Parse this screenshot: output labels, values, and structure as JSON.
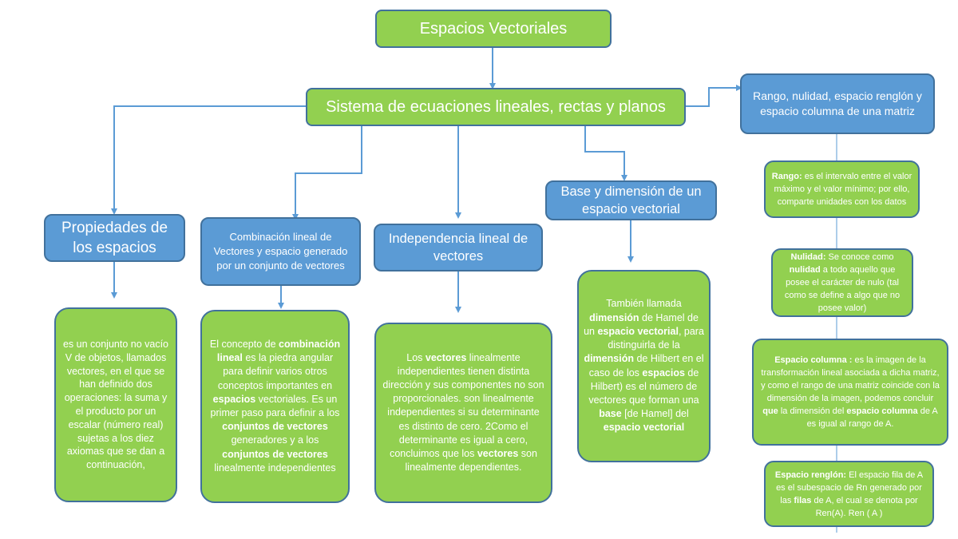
{
  "diagram": {
    "title": "Espacios Vectoriales",
    "main_topic": "Sistema de ecuaciones lineales, rectas y planos",
    "branches": [
      {
        "heading": "Propiedades de los espacios",
        "description_parts": [
          {
            "text": "es un conjunto no vacío V de objetos, llamados vectores, en el que se han definido dos operaciones: la suma y el producto por un escalar (número real) sujetas a los diez axiomas que se dan a continuación,",
            "bold": false
          }
        ]
      },
      {
        "heading": "Combinación lineal de Vectores y espacio generado por un conjunto de vectores",
        "description_parts": [
          {
            "text": "El concepto de ",
            "bold": false
          },
          {
            "text": "combinación lineal",
            "bold": true
          },
          {
            "text": " es la piedra angular para definir varios otros conceptos importantes en ",
            "bold": false
          },
          {
            "text": "espacios",
            "bold": true
          },
          {
            "text": " vectoriales. Es un primer paso para definir a los ",
            "bold": false
          },
          {
            "text": "conjuntos de vectores",
            "bold": true
          },
          {
            "text": " generadores y a los ",
            "bold": false
          },
          {
            "text": "conjuntos de vectores",
            "bold": true
          },
          {
            "text": " linealmente independientes",
            "bold": false
          }
        ]
      },
      {
        "heading": "Independencia lineal de vectores",
        "description_parts": [
          {
            "text": "Los ",
            "bold": false
          },
          {
            "text": "vectores",
            "bold": true
          },
          {
            "text": " linealmente independientes tienen distinta dirección y sus componentes no son proporcionales. son linealmente independientes si su determinante es distinto de cero. 2Como el determinante es igual a cero, concluimos que los ",
            "bold": false
          },
          {
            "text": "vectores",
            "bold": true
          },
          {
            "text": " son linealmente dependientes.",
            "bold": false
          }
        ]
      },
      {
        "heading": "Base y dimensión de un espacio vectorial",
        "description_parts": [
          {
            "text": "También llamada ",
            "bold": false
          },
          {
            "text": "dimensión",
            "bold": true
          },
          {
            "text": " de Hamel de un ",
            "bold": false
          },
          {
            "text": "espacio vectorial",
            "bold": true
          },
          {
            "text": ", para distinguirla de la ",
            "bold": false
          },
          {
            "text": "dimensión",
            "bold": true
          },
          {
            "text": " de Hilbert en el caso de los ",
            "bold": false
          },
          {
            "text": "espacios",
            "bold": true
          },
          {
            "text": " de Hilbert) es el número de vectores que forman una ",
            "bold": false
          },
          {
            "text": "base",
            "bold": true
          },
          {
            "text": " [de Hamel] del ",
            "bold": false
          },
          {
            "text": "espacio vectorial",
            "bold": true
          }
        ]
      },
      {
        "heading": "Rango, nulidad, espacio renglón y espacio columna de una matriz",
        "items": [
          {
            "parts": [
              {
                "text": "Rango:",
                "bold": true
              },
              {
                "text": " es el intervalo entre el valor máximo y el valor mínimo; por ello, comparte unidades con los datos",
                "bold": false
              }
            ]
          },
          {
            "parts": [
              {
                "text": "Nulidad:",
                "bold": true
              },
              {
                "text": " Se conoce como ",
                "bold": false
              },
              {
                "text": "nulidad",
                "bold": true
              },
              {
                "text": " a todo aquello que posee el carácter de nulo (tal como se define a algo que no posee valor)",
                "bold": false
              }
            ]
          },
          {
            "parts": [
              {
                "text": "Espacio columna :",
                "bold": true
              },
              {
                "text": " es la imagen de la transformación lineal asociada a dicha matriz, y como el rango de una matriz coincide con la dimensión de la imagen, podemos concluir ",
                "bold": false
              },
              {
                "text": "que",
                "bold": true
              },
              {
                "text": " la dimensión del ",
                "bold": false
              },
              {
                "text": "espacio columna",
                "bold": true
              },
              {
                "text": " de A es igual al rango de A.",
                "bold": false
              }
            ]
          },
          {
            "parts": [
              {
                "text": "Espacio renglón:",
                "bold": true
              },
              {
                "text": " El espacio fila de A es el subespacio de Rn generado por las ",
                "bold": false
              },
              {
                "text": "filas",
                "bold": true
              },
              {
                "text": " de A, el cual se denota por Ren(A). Ren ( A )",
                "bold": false
              }
            ]
          }
        ]
      }
    ],
    "colors": {
      "green_fill": "#92d050",
      "blue_fill": "#5b9bd5",
      "border": "#41719c",
      "connector": "#5b9bd5",
      "text": "#ffffff"
    }
  }
}
